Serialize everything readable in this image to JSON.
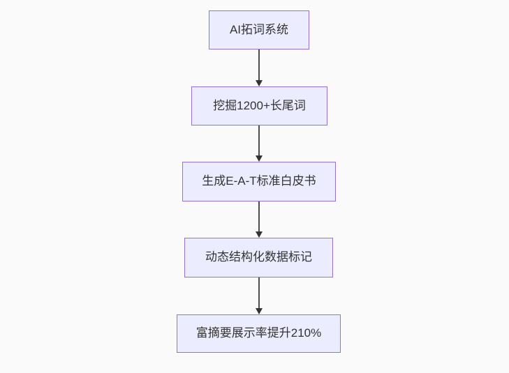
{
  "flowchart": {
    "type": "flowchart-top-down",
    "colors": {
      "background": "#fafafa",
      "node_fill": "#ececff",
      "node_border": "#9370db",
      "node_text": "#333333",
      "arrow": "#333333"
    },
    "nodes": [
      {
        "label": "AI拓词系统"
      },
      {
        "label": "挖掘1200+长尾词"
      },
      {
        "label": "生成E-A-T标准白皮书"
      },
      {
        "label": "动态结构化数据标记"
      },
      {
        "label": "富摘要展示率提升210%"
      }
    ],
    "edges": [
      {
        "from": 0,
        "to": 1
      },
      {
        "from": 1,
        "to": 2
      },
      {
        "from": 2,
        "to": 3
      },
      {
        "from": 3,
        "to": 4
      }
    ]
  }
}
